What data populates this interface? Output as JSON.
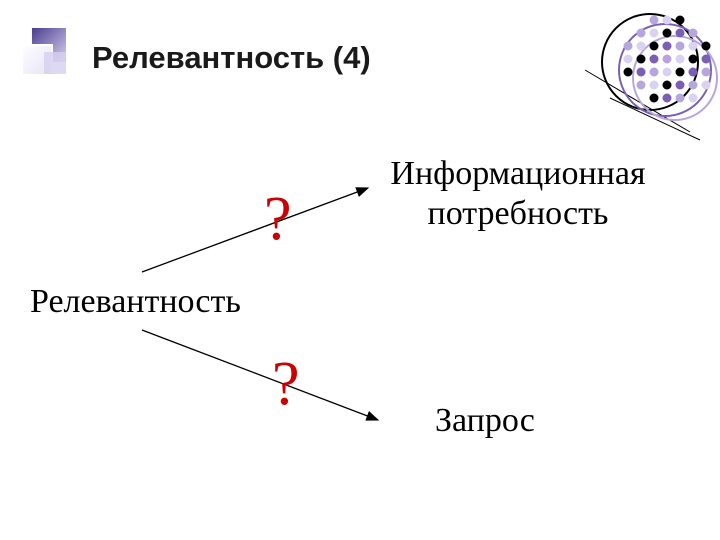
{
  "slide": {
    "title": "Релевантность (4)",
    "center_label": "Релевантность",
    "target_top": [
      "Информационная",
      "потребность"
    ],
    "target_bottom": "Запрос",
    "question_top": "?",
    "question_bottom": "?"
  },
  "colors": {
    "accent_purple": "#7b5fb6",
    "light_purple": "#b7a6dc",
    "question_red": "#cc0000"
  }
}
